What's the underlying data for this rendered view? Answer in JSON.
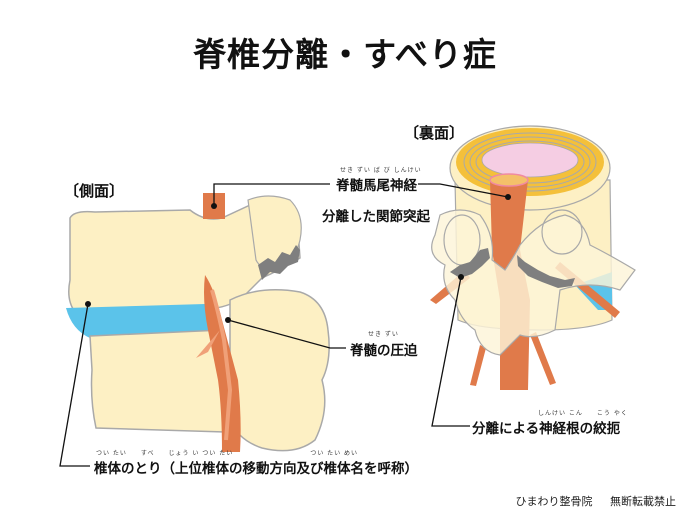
{
  "title": "脊椎分離・すべり症",
  "sections": {
    "side_view": "〔側面〕",
    "back_view": "〔裏面〕"
  },
  "labels": {
    "cauda_equina": {
      "text": "脊髄馬尾神経",
      "ruby": "せき ずい ば び しんけい"
    },
    "separated_facet": {
      "text": "分離した関節突起"
    },
    "spinal_compression": {
      "text": "脊髄の圧迫",
      "ruby": "せき ずい"
    },
    "nerve_root_strangulation": {
      "text": "分離による神経根の絞扼",
      "ruby": "しんけい こん　　こう やく"
    },
    "vertebral_slip": {
      "text": "椎体のとり（上位椎体の移動方向及び椎体名を呼称）",
      "ruby": "つい たい　　すべ　　じょう い つい たい　　　　　　　　　　　つい たい めい"
    }
  },
  "footer": {
    "clinic": "ひまわり整骨院",
    "notice": "無断転載禁止"
  },
  "colors": {
    "bone": "#fdf0c4",
    "bone_outline": "#a9a9a9",
    "disc_blue": "#5bc3ea",
    "nerve": "#e07a4a",
    "nerve_light": "#f0a078",
    "fracture_gray": "#7f7f7f",
    "annulus_yellow": "#f4c03a",
    "nucleus_pink": "#f5cde3"
  }
}
